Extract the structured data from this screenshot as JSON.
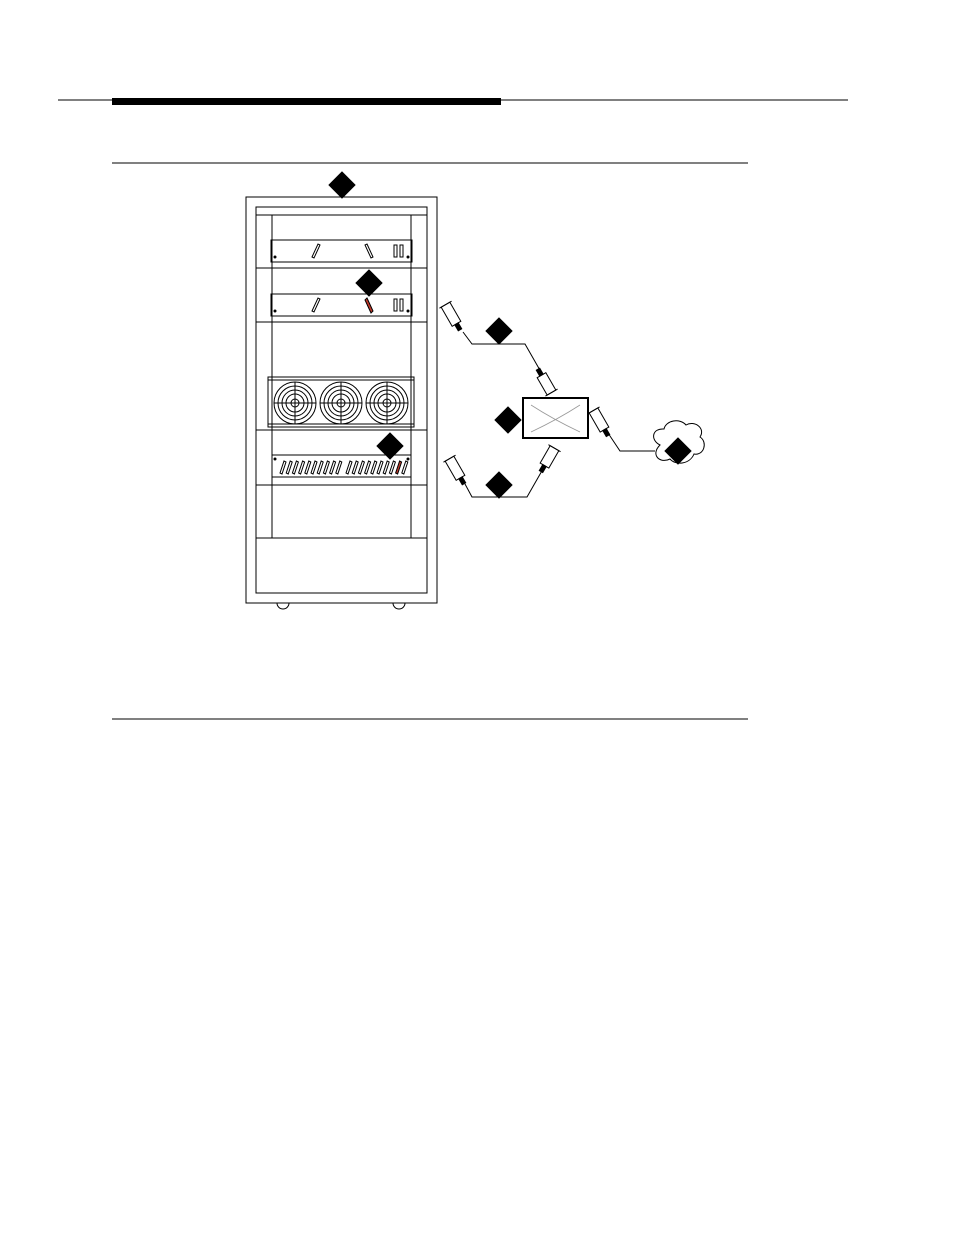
{
  "page": {
    "header_rule": "top-rule",
    "section_rules": [
      "figure-top-rule",
      "figure-bottom-rule"
    ]
  },
  "figure": {
    "type": "equipment-cabinet-connection-diagram",
    "callout_markers": [
      {
        "id": "cabinet",
        "label": ""
      },
      {
        "id": "carrier-2-slot",
        "label": ""
      },
      {
        "id": "circuit-pack-slot",
        "label": ""
      },
      {
        "id": "cable-upper",
        "label": ""
      },
      {
        "id": "cable-lower",
        "label": ""
      },
      {
        "id": "switch-box",
        "label": ""
      },
      {
        "id": "network-cloud",
        "label": ""
      }
    ],
    "colors": {
      "line": "#000000",
      "highlight": "#c0392b",
      "marker": "#000000",
      "background": "#ffffff"
    },
    "components": {
      "cabinet": "equipment-cabinet",
      "fan_count": 3,
      "carrier_count": 2,
      "circuit_pack_slots": 20,
      "highlighted_slot_index": 18
    }
  }
}
